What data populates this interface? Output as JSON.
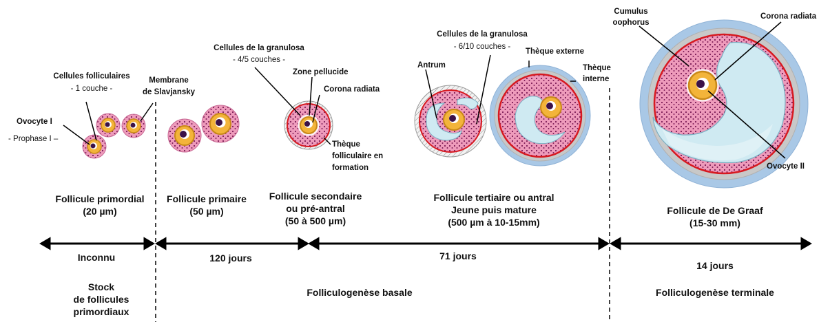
{
  "labels": {
    "cellules_folliculaires": "Cellules folliculaires",
    "une_couche": "- 1 couche -",
    "membrane_l1": "Membrane",
    "membrane_l2": "de Slavjansky",
    "ovocyte_1": "Ovocyte I",
    "prophase": "- Prophase I –",
    "granulosa_sec": "Cellules de la granulosa",
    "couches_45": "- 4/5 couches -",
    "zone_pellucide": "Zone pellucide",
    "corona_sec": "Corona radiata",
    "theque_l1": "Thèque",
    "theque_l2": "folliculaire en",
    "theque_l3": "formation",
    "granulosa_ter": "Cellules de la granulosa",
    "couches_610": "- 6/10 couches -",
    "antrum": "Antrum",
    "theque_externe": "Thèque externe",
    "theque_interne_l1": "Thèque",
    "theque_interne_l2": "interne",
    "cumulus_l1": "Cumulus",
    "cumulus_l2": "oophorus",
    "corona_graaf": "Corona radiata",
    "ovocyte_2": "Ovocyte II"
  },
  "stages": {
    "primordial_l1": "Follicule primordial",
    "primordial_l2": "(20 µm)",
    "primaire_l1": "Follicule primaire",
    "primaire_l2": "(50 µm)",
    "secondaire_l1": "Follicule secondaire",
    "secondaire_l2": "ou pré-antral",
    "secondaire_l3": "(50 à 500 µm)",
    "tertiaire_l1": "Follicule tertiaire ou antral",
    "tertiaire_l2": "Jeune puis mature",
    "tertiaire_l3": "(500 µm à 10-15mm)",
    "graaf_l1": "Follicule de De Graaf",
    "graaf_l2": "(15-30 mm)"
  },
  "durations": {
    "inconnu": "Inconnu",
    "d120": "120 jours",
    "d71": "71 jours",
    "d14": "14 jours"
  },
  "phases": {
    "stock_l1": "Stock",
    "stock_l2": "de follicules",
    "stock_l3": "primordiaux",
    "basale": "Folliculogenèse basale",
    "terminale": "Folliculogenèse terminale"
  },
  "colors": {
    "granulosa": "#ee9bbb",
    "granulosa_dots": "#7a1a55",
    "ovocyte": "#f3b43a",
    "ovocyte_ring": "#c98a18",
    "nucleus": "#3b1247",
    "antrum": "#cfeaf2",
    "red_border": "#d71920",
    "theque_interne": "#c8c8c8",
    "theque_externe": "#a9c8e6",
    "axis": "#000000"
  }
}
